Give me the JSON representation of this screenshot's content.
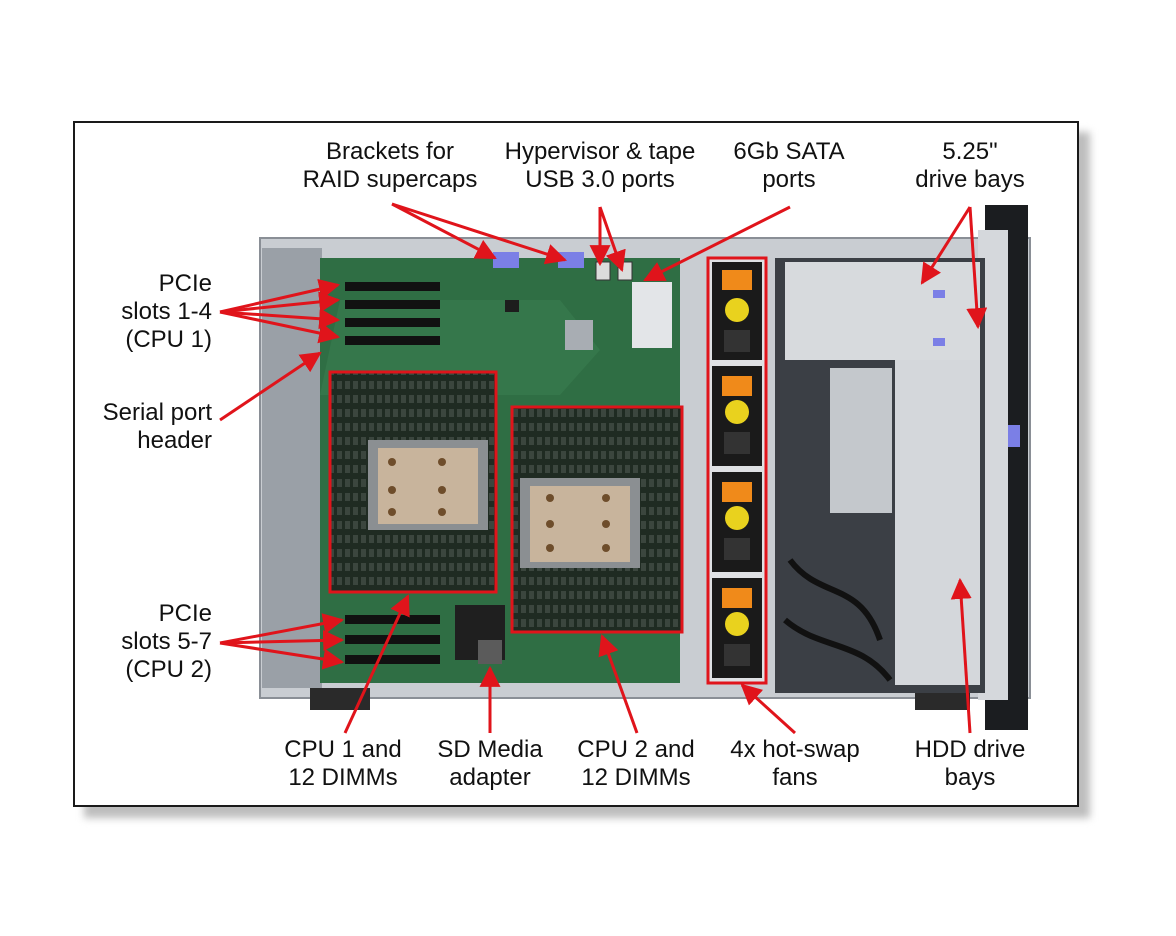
{
  "colors": {
    "callout": "#e0141b",
    "board": "#2f6e44",
    "chassis": "#c9cdd2",
    "frame": "#1a1a1a",
    "latch": "#7b7fe6",
    "fan_tab": "#f08a1a"
  },
  "labels": {
    "brackets": "Brackets for\nRAID supercaps",
    "hypervisor": "Hypervisor & tape\nUSB 3.0 ports",
    "sata": "6Gb SATA\nports",
    "drive_525": "5.25\"\ndrive bays",
    "pcie_1_4": "PCIe\nslots 1-4\n(CPU 1)",
    "serial": "Serial port\nheader",
    "pcie_5_7": "PCIe\nslots 5-7\n(CPU 2)",
    "cpu1": "CPU 1 and\n12 DIMMs",
    "sd_media": "SD Media\nadapter",
    "cpu2": "CPU 2 and\n12 DIMMs",
    "fans": "4x hot-swap\nfans",
    "hdd": "HDD drive\nbays"
  },
  "icons": [
    "fan-icon",
    "arrow-icon"
  ]
}
